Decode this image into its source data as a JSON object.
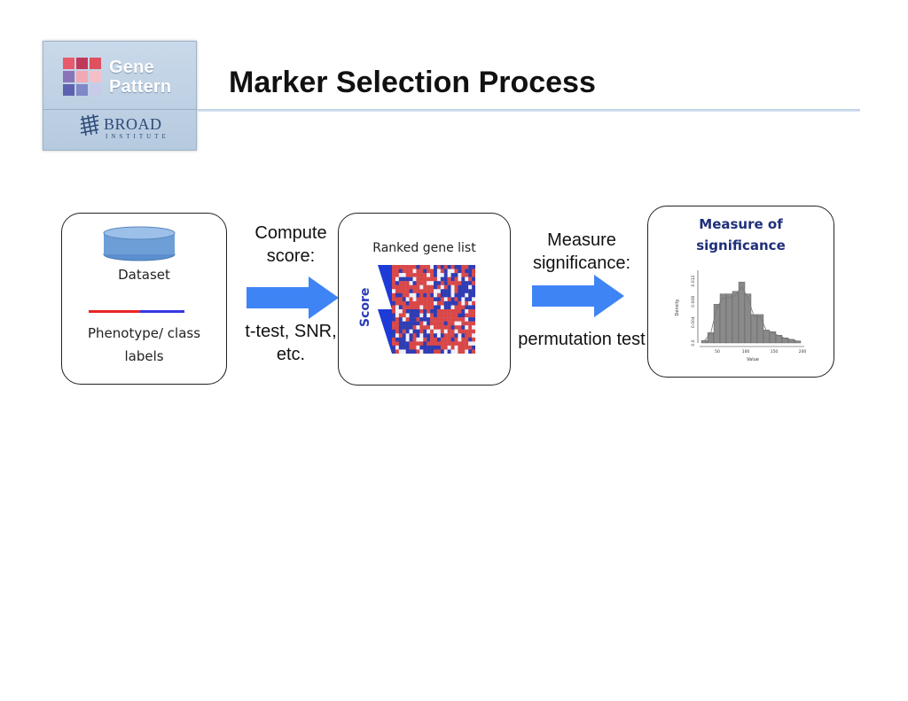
{
  "header": {
    "title": "Marker Selection Process",
    "logo_text_line1": "Gene",
    "logo_text_line2": "Pattern",
    "institute_name": "BROAD",
    "institute_sub": "INSTITUTE"
  },
  "diagram": {
    "dataset_box": {
      "label": "Dataset",
      "phenotype_label": "Phenotype/ class labels",
      "phenotype_colors": [
        "#e82626",
        "#3838e0"
      ]
    },
    "step1": {
      "label": "Compute score:",
      "methods": "t-test, SNR, etc."
    },
    "ranked_box": {
      "title": "Ranked gene list",
      "axis_label": "Score"
    },
    "step2": {
      "label": "Measure significance:",
      "method": "permutation test"
    },
    "significance_box": {
      "title": "Measure of significance"
    }
  },
  "histogram": {
    "xlabel": "Value",
    "ylabel": "Density",
    "xticks": [
      "50",
      "100",
      "150",
      "200"
    ],
    "yticks": [
      "0.0",
      "0.004",
      "0.008",
      "0.012"
    ],
    "bar_heights": [
      0.0005,
      0.002,
      0.0075,
      0.0095,
      0.0095,
      0.01,
      0.0118,
      0.0095,
      0.0055,
      0.0055,
      0.0025,
      0.0022,
      0.0015,
      0.001,
      0.0007,
      0.0004
    ]
  },
  "colors": {
    "arrow": "#3f84f5",
    "cylinder": "#6d9fd6",
    "heatmap_red": "#d94848",
    "heatmap_blue": "#2f3cb3",
    "score_wedge": "#1d3bd6",
    "significance_title": "#1f2f7a"
  },
  "icons": {
    "logo_grid": "genepattern-grid-icon",
    "database": "database-cylinder-icon"
  }
}
